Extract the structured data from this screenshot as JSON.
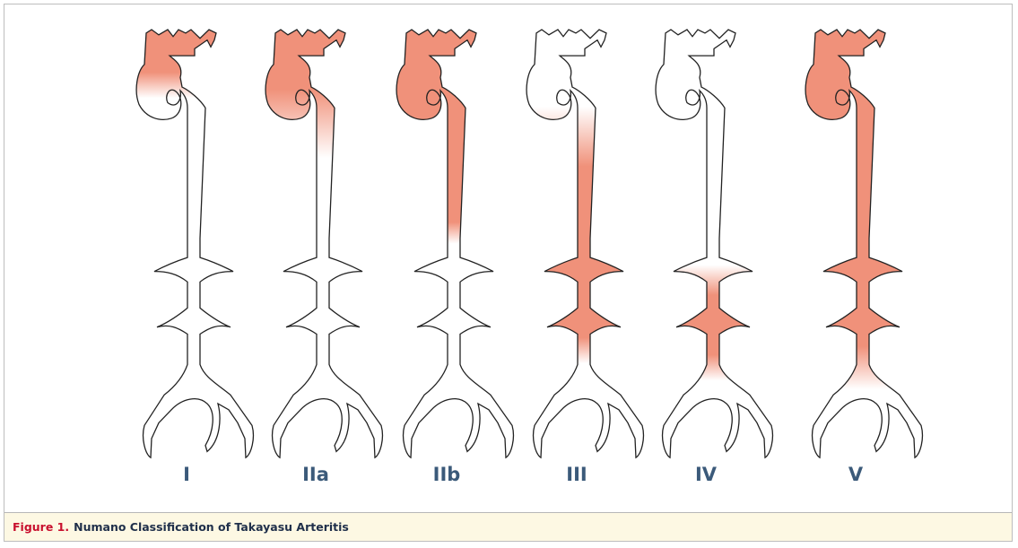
{
  "figure": {
    "caption_label": "Figure 1.",
    "caption_text": "Numano Classification of Takayasu Arteritis"
  },
  "types": [
    {
      "label": "I",
      "involvement": "aortic-arch-branches"
    },
    {
      "label": "IIa",
      "involvement": "ascending-aorta-arch-branches"
    },
    {
      "label": "IIb",
      "involvement": "ascending-arch-descending-thoracic"
    },
    {
      "label": "III",
      "involvement": "descending-thoracic-abdominal-renal"
    },
    {
      "label": "IV",
      "involvement": "abdominal-aorta-renal"
    },
    {
      "label": "V",
      "involvement": "entire-aorta"
    }
  ],
  "colors": {
    "affected": "#f0917a",
    "unaffected": "#ffffff",
    "outline": "#222222",
    "label": "#3b5a7a",
    "caption_label": "#c8102e",
    "caption_bg": "#fdf8e3"
  }
}
